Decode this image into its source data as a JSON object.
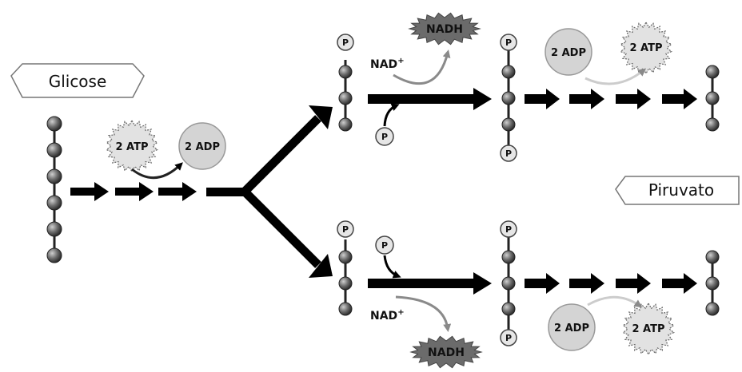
{
  "labels": {
    "glucose": "Glicose",
    "pyruvate": "Piruvato",
    "nad": "NAD",
    "nad_superscript": "+",
    "nadh": "NADH",
    "atp": "2 ATP",
    "adp": "2 ADP",
    "phosphate": "P"
  },
  "colors": {
    "bead": "#555555",
    "arrow": "#000000",
    "curve_arrow": "#8a8a8a",
    "adp_fill": "#d4d4d4",
    "nadh_fill": "#6b6b6b",
    "phosphate_fill": "#e6e6e6"
  }
}
